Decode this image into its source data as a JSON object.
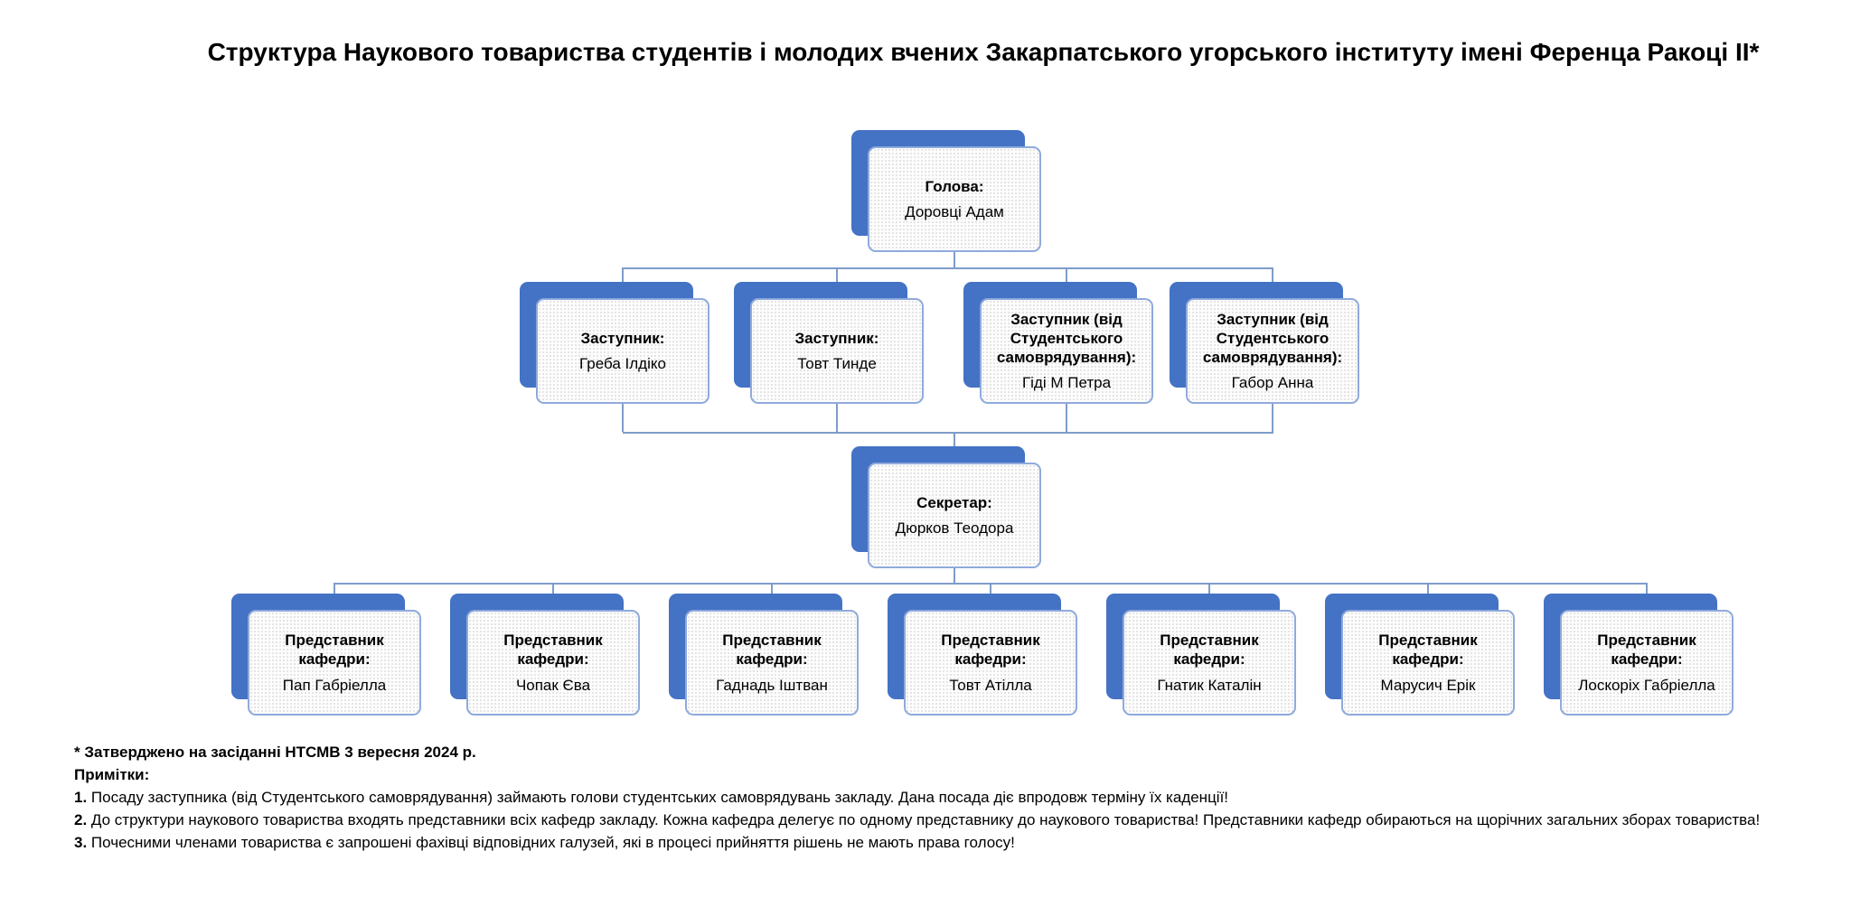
{
  "title": "Структура Наукового товариства студентів і молодих вчених Закарпатського угорського інституту імені Ференца Ракоці II*",
  "org": {
    "head": {
      "role": "Голова:",
      "name": "Доровці Адам"
    },
    "deputies": [
      {
        "role": "Заступник:",
        "name": "Греба Ілдіко"
      },
      {
        "role": "Заступник:",
        "name": "Товт Тинде"
      },
      {
        "role": "Заступник (від Студентського самоврядування):",
        "name": "Гіді М Петра"
      },
      {
        "role": "Заступник (від Студентського самоврядування):",
        "name": "Габор Анна"
      }
    ],
    "secretary": {
      "role": "Секретар:",
      "name": "Дюрков Теодора"
    },
    "representatives": [
      {
        "role": "Представник кафедри:",
        "name": "Пап Габріелла"
      },
      {
        "role": "Представник кафедри:",
        "name": "Чопак Єва"
      },
      {
        "role": "Представник кафедри:",
        "name": "Гаднадь Іштван"
      },
      {
        "role": "Представник кафедри:",
        "name": "Товт Атілла"
      },
      {
        "role": "Представник кафедри:",
        "name": "Гнатик Каталін"
      },
      {
        "role": "Представник кафедри:",
        "name": "Марусич Ерік"
      },
      {
        "role": "Представник кафедри:",
        "name": "Лоскоріх Габріелла"
      }
    ]
  },
  "notes": {
    "approved": "* Затверджено на засіданні НТСМВ 3 вересня 2024 р.",
    "heading": "Примітки:",
    "items": [
      {
        "num": "1.",
        "text": " Посаду заступника (від Студентського самоврядування) займають голови студентських самоврядувань закладу. Дана посада діє впродовж терміну їх каденції!"
      },
      {
        "num": "2.",
        "text": " До структури наукового товариства входять представники всіх кафедр закладу. Кожна кафедра делегує по одному представнику до наукового товариства! Представники кафедр обираються на щорічних загальних зборах товариства!"
      },
      {
        "num": "3.",
        "text": " Почесними членами товариства є запрошені фахівці відповідних галузей, які в процесі прийняття рішень не мають права голосу!"
      }
    ]
  },
  "colors": {
    "accent_blue": "#4472C4",
    "box_border": "#8FAADC",
    "connector": "#7E9CC9",
    "box_fill": "#FDFDFD"
  }
}
